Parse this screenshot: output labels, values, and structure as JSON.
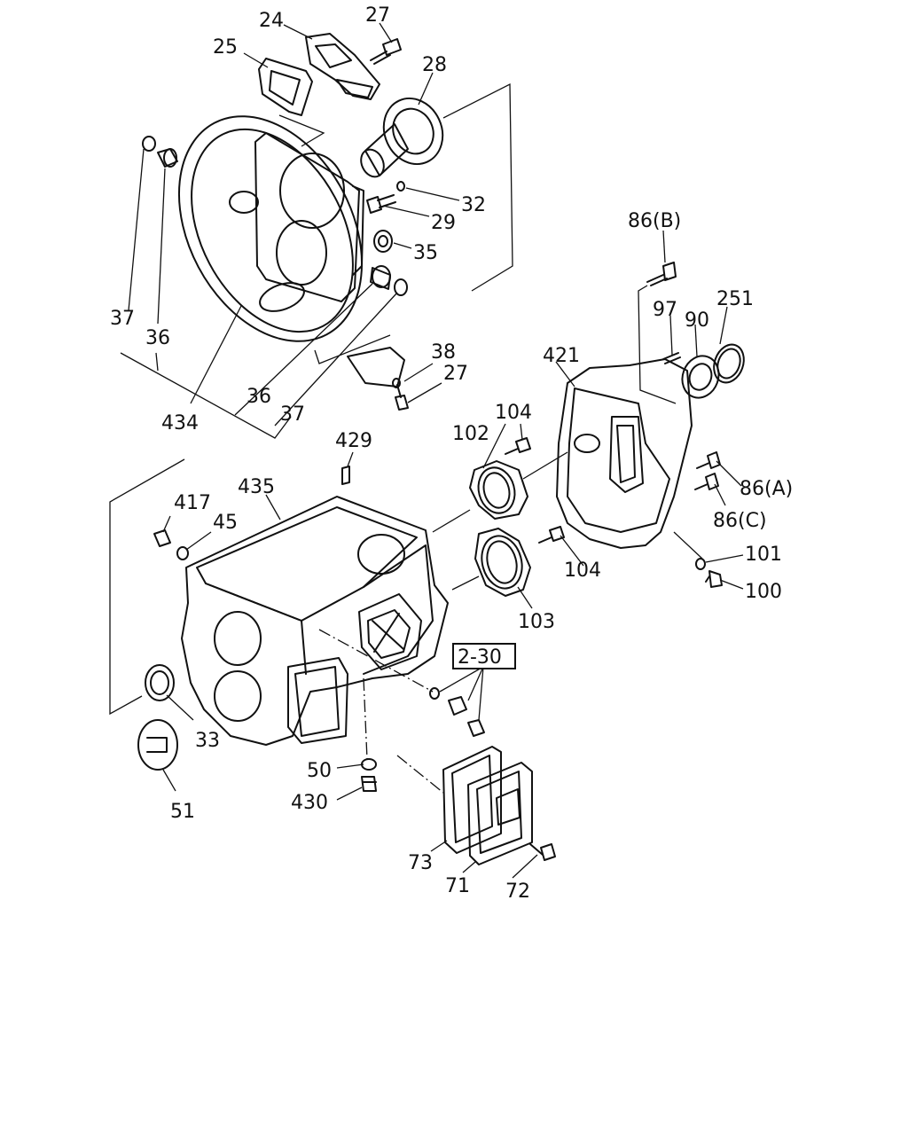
{
  "labels": {
    "p24": "24",
    "p27a": "27",
    "p25": "25",
    "p28": "28",
    "p32": "32",
    "p29": "29",
    "p35": "35",
    "p86b": "86(B)",
    "p251": "251",
    "p97": "97",
    "p90": "90",
    "p37a": "37",
    "p36a": "36",
    "p38": "38",
    "p421": "421",
    "p27b": "27",
    "p36b": "36",
    "p37b": "37",
    "p434": "434",
    "p104a": "104",
    "p102": "102",
    "p429": "429",
    "p435": "435",
    "p86a": "86(A)",
    "p86c": "86(C)",
    "p417": "417",
    "p45": "45",
    "p101": "101",
    "p104b": "104",
    "p100": "100",
    "p103": "103",
    "p230": "2-30",
    "p33": "33",
    "p50": "50",
    "p430": "430",
    "p51": "51",
    "p73": "73",
    "p71": "71",
    "p72": "72"
  }
}
